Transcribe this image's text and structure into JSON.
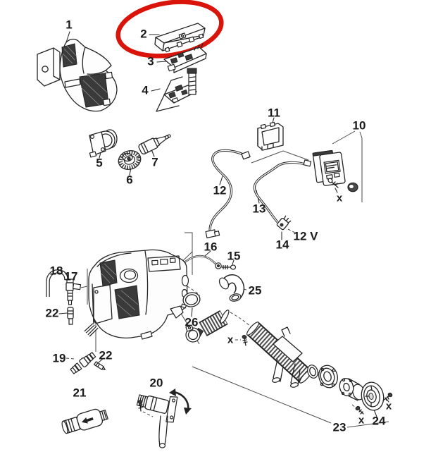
{
  "diagram": {
    "kind": "exploded-parts-diagram",
    "subject": "air-heater-unit-spare-parts",
    "background_color": "#ffffff",
    "line_color": "#232323",
    "highlight": {
      "shape": "hand-drawn-ellipse",
      "color": "#d8140b",
      "marks_part": "2"
    }
  },
  "labels": [
    {
      "id": "part-1",
      "text": "1",
      "part": "outer-casing-cover"
    },
    {
      "id": "part-2",
      "text": "2",
      "part": "top-cover-lid-highlighted"
    },
    {
      "id": "part-3",
      "text": "3",
      "part": "upper-circuit-board"
    },
    {
      "id": "part-4",
      "text": "4",
      "part": "control-pcb-with-ribbon-cable"
    },
    {
      "id": "part-5",
      "text": "5",
      "part": "motor"
    },
    {
      "id": "part-6",
      "text": "6",
      "part": "blower-impeller"
    },
    {
      "id": "part-7",
      "text": "7",
      "part": "glow-plug"
    },
    {
      "id": "part-10",
      "text": "10",
      "part": "control-panel"
    },
    {
      "id": "part-11",
      "text": "11",
      "part": "mounting-frame"
    },
    {
      "id": "part-12",
      "text": "12",
      "part": "connection-cable"
    },
    {
      "id": "part-13",
      "text": "13",
      "part": "connection-cable"
    },
    {
      "id": "part-14",
      "text": "14",
      "part": "power-plug"
    },
    {
      "id": "supply",
      "text": "12 V",
      "part": "supply-voltage-note"
    },
    {
      "id": "part-15",
      "text": "15",
      "part": "screw-with-ring-terminal"
    },
    {
      "id": "part-16",
      "text": "16",
      "part": "sensor-lead"
    },
    {
      "id": "part-17",
      "text": "17",
      "part": "fuel-connector-fitting"
    },
    {
      "id": "part-18",
      "text": "18",
      "part": "fuel-hose-elbow"
    },
    {
      "id": "part-19",
      "text": "19",
      "part": "angled-hose-fitting"
    },
    {
      "id": "part-20",
      "text": "20",
      "part": "fuel-standpipe-assembly"
    },
    {
      "id": "part-21",
      "text": "21",
      "part": "inline-valve"
    },
    {
      "id": "part-22a",
      "text": "22",
      "part": "fuel-pipe-sleeve"
    },
    {
      "id": "part-22b",
      "text": "22",
      "part": "fuel-pipe-sleeve"
    },
    {
      "id": "part-23",
      "text": "23",
      "part": "exhaust-line-assembly"
    },
    {
      "id": "part-24",
      "text": "24",
      "part": "end-cover-flange"
    },
    {
      "id": "part-25",
      "text": "25",
      "part": "air-outlet-elbow"
    },
    {
      "id": "part-26",
      "text": "26",
      "part": "closing-cap"
    },
    {
      "id": "x1",
      "text": "x",
      "part": "fastening-screw"
    },
    {
      "id": "x2",
      "text": "x",
      "part": "fastening-screw"
    },
    {
      "id": "x3",
      "text": "x",
      "part": "fastening-screw"
    },
    {
      "id": "x4",
      "text": "x",
      "part": "fastening-screw"
    }
  ]
}
